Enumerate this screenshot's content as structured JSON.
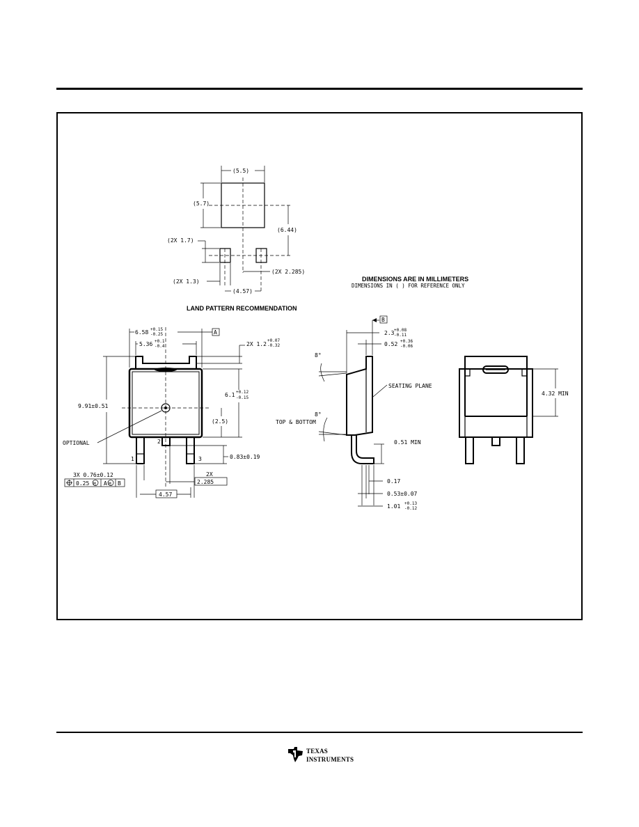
{
  "land_pattern": {
    "heading": "LAND PATTERN RECOMMENDATION",
    "pad_width": "(5.5)",
    "pad_height": "(5.7)",
    "pitch_vertical": "(6.44)",
    "small_pad_height": "(2X 1.7)",
    "small_pad_width": "(2X 1.3)",
    "small_pad_offset": "(2X 2.285)",
    "small_pad_pitch": "(4.57)"
  },
  "notes": {
    "units_title": "DIMENSIONS ARE IN MILLIMETERS",
    "reference_note": "DIMENSIONS IN (  ) FOR REFERENCE ONLY"
  },
  "top_view": {
    "width_total": "6.58",
    "width_total_tol_plus": "+0.15",
    "width_total_tol_minus": "-0.25",
    "datum_a": "A",
    "width_tab": "5.36",
    "width_tab_tol_plus": "+0.1",
    "width_tab_tol_minus": "-0.4",
    "tab_height": "2X 1.2",
    "tab_height_tol_plus": "+0.07",
    "tab_height_tol_minus": "-0.32",
    "length_total": "9.91±0.51",
    "body_length": "6.1",
    "body_length_tol_plus": "+0.12",
    "body_length_tol_minus": "-0.15",
    "hole_offset": "(2.5)",
    "optional_label": "OPTIONAL",
    "pin_1": "1",
    "pin_2": "2",
    "pin_3": "3",
    "lead_length": "0.83±0.19",
    "lead_width": "3X 0.76±0.12",
    "position_tolerance": "0.25",
    "modifier_m": "M",
    "datum_ref_a": "A",
    "datum_ref_b": "B",
    "lead_pitch_count": "2X",
    "lead_pitch": "2.285",
    "lead_span": "4.57"
  },
  "side_view": {
    "datum_b": "B",
    "thickness": "2.3",
    "thickness_tol_plus": "+0.08",
    "thickness_tol_minus": "-0.11",
    "tab_thickness": "0.52",
    "tab_thickness_tol_plus": "+0.36",
    "tab_thickness_tol_minus": "-0.06",
    "angle_top": "8°",
    "angle_bottom": "8°",
    "angle_note": "TOP & BOTTOM",
    "seating_plane": "SEATING PLANE",
    "standoff_min": "0.51 MIN",
    "foot_offset": "0.17",
    "lead_thickness": "0.53±0.07",
    "foot_length": "1.01",
    "foot_length_tol_plus": "+0.13",
    "foot_length_tol_minus": "-0.12"
  },
  "bottom_view": {
    "pad_min": "4.32 MIN"
  },
  "footer": {
    "brand_line1": "TEXAS",
    "brand_line2": "INSTRUMENTS"
  }
}
